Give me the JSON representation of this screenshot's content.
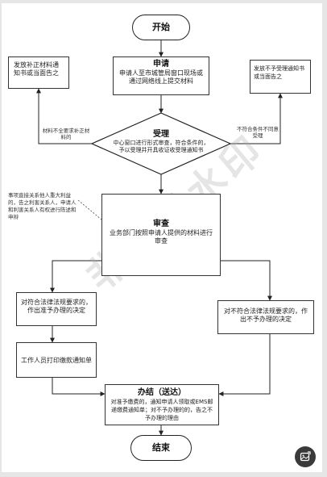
{
  "start": "开始",
  "apply": {
    "title": "申请",
    "text": "申请人至市城管局窗口现场或通过网络线上提交材料"
  },
  "notice_correction": "发放补正材料通知书或当面告之",
  "notice_reject": "发放不予受理通知书或当面告之",
  "accept": {
    "title": "受理",
    "text": "中心窗口进行形式审查，符合条件的，予以受理并开具收证收受理通知书"
  },
  "label_incomplete": "材料不全要求补正材料的",
  "label_not_meet": "不符合条件不同意受理",
  "review_note": "事项直接关系他人重大利益的，告之利害关系人，申请人和利害关系人有权进行陈述和申辩",
  "review": {
    "title": "审查",
    "text": "业务部门按照申请人提供的材料进行审查"
  },
  "approve": "对符合法律法规要求的，作出准予办理的决定",
  "deny": "对不符合法律法规要求的，作出不予办理的决定",
  "print": "工作人员打印缴款通知单",
  "finish": {
    "title": "办结（送达）",
    "text": "对准予缴费的，通知申请人领取或EMS邮递缴费通知单；对不予办理的的，告之不予办理的理由"
  },
  "end": "结束",
  "watermark": "非会员水印"
}
